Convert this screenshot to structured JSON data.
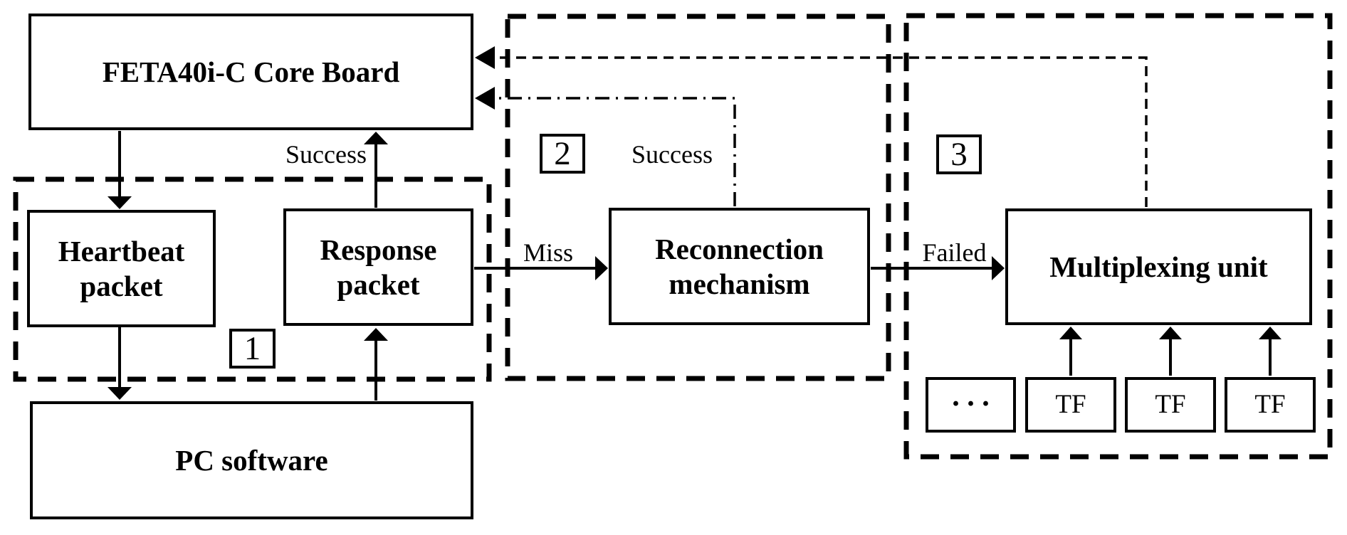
{
  "colors": {
    "background": "#ffffff",
    "line": "#000000"
  },
  "nodes": {
    "core_board": "FETA40i-C Core Board",
    "heartbeat_packet": "Heartbeat packet",
    "response_packet": "Response packet",
    "pc_software": "PC software",
    "reconnection_mechanism": "Reconnection mechanism",
    "multiplexing_unit": "Multiplexing unit",
    "tf_ellipsis": "···",
    "tf_a": "TF",
    "tf_b": "TF",
    "tf_c": "TF"
  },
  "group_badges": {
    "group1": "1",
    "group2": "2",
    "group3": "3"
  },
  "edge_labels": {
    "success_response": "Success",
    "miss": "Miss",
    "success_reconnection": "Success",
    "failed": "Failed"
  }
}
